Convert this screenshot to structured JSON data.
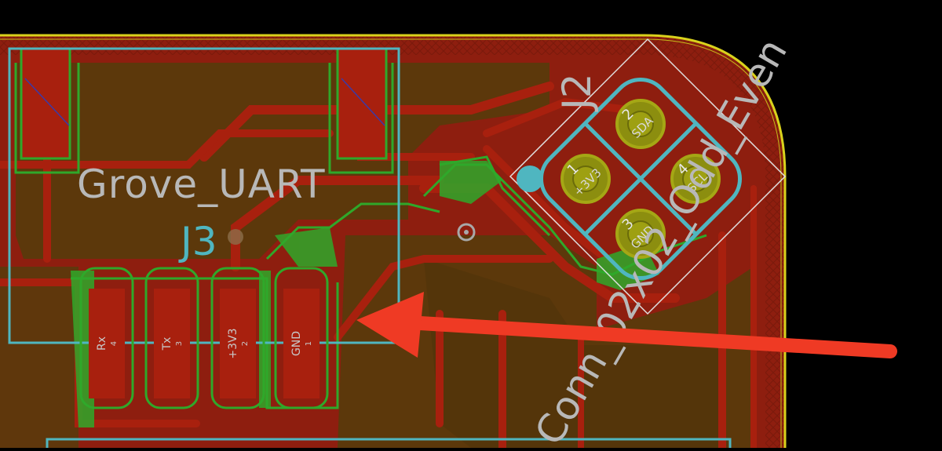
{
  "board": {
    "colors": {
      "background": "#000000",
      "copper_front": "#8e1e0f",
      "copper_back_fill": "#5a3a0c",
      "pad_red": "#a8200e",
      "clearance_green": "#2fa82a",
      "courtyard_cyan": "#4fb6c0",
      "edge_yellow": "#d9d21c",
      "silkscreen": "#b8b8b8",
      "via_olive": "#8c8e0f",
      "arrow": "#ef3a24"
    }
  },
  "footprint_j3": {
    "value_label": "Grove_UART",
    "ref_label": "J3",
    "pads": [
      {
        "name": "Rx",
        "number": "4"
      },
      {
        "name": "Tx",
        "number": "3"
      },
      {
        "name": "+3V3",
        "number": "2"
      },
      {
        "name": "GND",
        "number": "1"
      }
    ]
  },
  "footprint_j2": {
    "ref_label": "J2",
    "value_label": "Conn_02x02_Odd_Even",
    "pads": [
      {
        "number": "1",
        "net": "+3V3"
      },
      {
        "number": "2",
        "net": "SDA"
      },
      {
        "number": "3",
        "net": "GND"
      },
      {
        "number": "4",
        "net": "SCL"
      }
    ]
  },
  "annotation": {
    "arrow_icon": "red-arrow-icon"
  }
}
